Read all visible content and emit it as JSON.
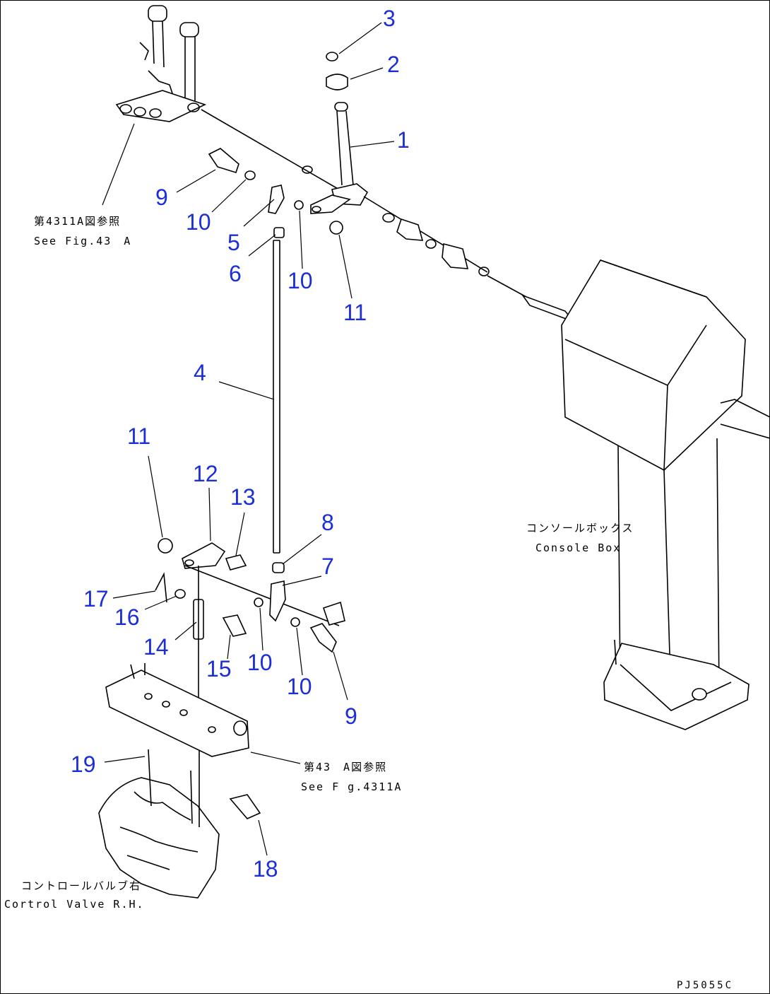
{
  "callouts": {
    "c1": "1",
    "c2": "2",
    "c3": "3",
    "c4": "4",
    "c5": "5",
    "c6": "6",
    "c7": "7",
    "c8": "8",
    "c9a": "9",
    "c9b": "9",
    "c10a": "10",
    "c10b": "10",
    "c10c": "10",
    "c10d": "10",
    "c11a": "11",
    "c11b": "11",
    "c12": "12",
    "c13": "13",
    "c14": "14",
    "c15": "15",
    "c16": "16",
    "c17": "17",
    "c18": "18",
    "c19": "19"
  },
  "notes": {
    "ref_top_jp": "第4311A図参照",
    "ref_top_en": "See Fig.43　A",
    "console_jp": "コンソールボックス",
    "console_en": "Console Box",
    "ref_mid_jp": "第43　A図参照",
    "ref_mid_en": "See F g.4311A",
    "valve_jp": "コントロールバルブ右",
    "valve_en": "Cortrol Valve R.H."
  },
  "drawing_code": "PJ5055C",
  "colors": {
    "callout": "#1c2fd6",
    "line": "#000000",
    "border": "#000000"
  }
}
